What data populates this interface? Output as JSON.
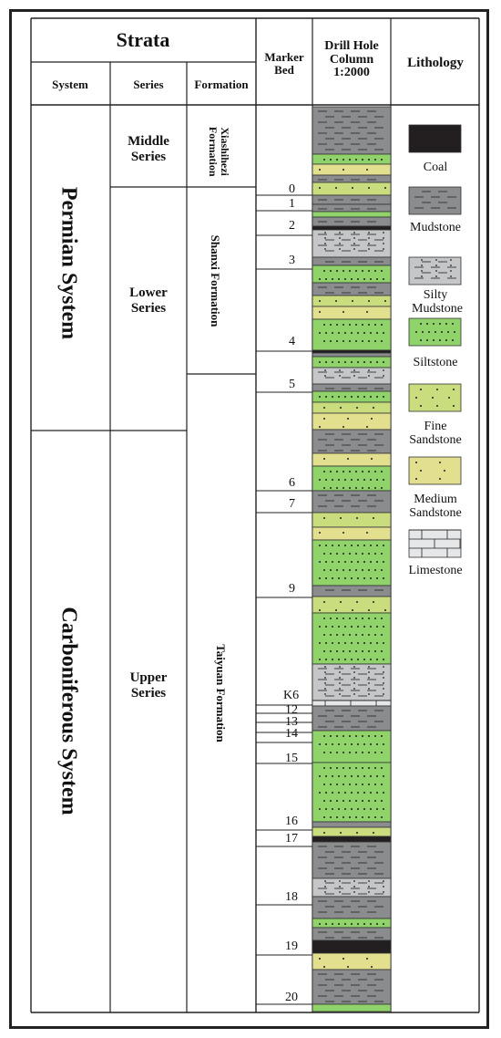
{
  "header": {
    "strata": "Strata",
    "system": "System",
    "series": "Series",
    "formation": "Formation",
    "marker_bed": "Marker Bed",
    "drill_hole": "Drill Hole Column 1:2000",
    "lithology": "Lithology"
  },
  "systems": {
    "permian": "Permian System",
    "carboniferous": "Carboniferous System"
  },
  "series": {
    "middle": "Middle Series",
    "lower": "Lower Series",
    "upper": "Upper Series"
  },
  "formations": {
    "xiashihezi": "Xiashihezi Formation",
    "shanxi": "Shanxi Formation",
    "taiyuan": "Taiyuan Formation"
  },
  "markers": [
    "0",
    "1",
    "2",
    "3",
    "4",
    "5",
    "6",
    "7",
    "9",
    "K6",
    "12",
    "13",
    "14",
    "15",
    "16",
    "17",
    "18",
    "19",
    "20"
  ],
  "legend": [
    "Coal",
    "Mudstone",
    "Silty Mudstone",
    "Siltstone",
    "Fine Sandstone",
    "Medium Sandstone",
    "Limestone"
  ],
  "colors": {
    "coal": "#231f20",
    "mudstone": "#8a8c8e",
    "silty_mudstone": "#c4c6c8",
    "siltstone": "#8fd36a",
    "fine_sandstone": "#c9dc7e",
    "medium_sandstone": "#e2e08f",
    "limestone": "#e6e7e8"
  }
}
